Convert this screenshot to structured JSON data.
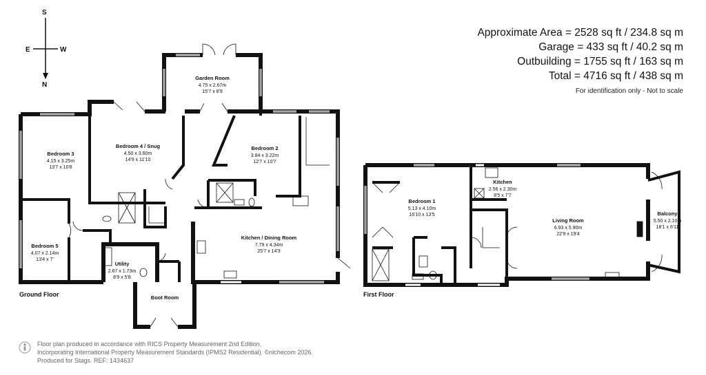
{
  "areas": {
    "approximate": "Approximate Area = 2528 sq ft / 234.8 sq m",
    "garage": "Garage = 433 sq ft / 40.2 sq m",
    "outbuilding": "Outbuilding = 1755 sq ft / 163 sq m",
    "total": "Total = 4716 sq ft / 438 sq m",
    "note": "For identification only - Not to scale"
  },
  "compass": {
    "s": "S",
    "n": "N",
    "e": "E",
    "w": "W"
  },
  "floors": {
    "ground": "Ground Floor",
    "first": "First Floor"
  },
  "rooms": {
    "garden_room": {
      "name": "Garden Room",
      "metric": "4.75 x 2.67m",
      "imperial": "15'7 x 8'9"
    },
    "bedroom3": {
      "name": "Bedroom 3",
      "metric": "4.15 x 3.25m",
      "imperial": "13'7 x 10'8"
    },
    "bedroom4": {
      "name": "Bedroom 4 / Snug",
      "metric": "4.50 x 3.60m",
      "imperial": "14'9 x 11'10"
    },
    "bedroom2": {
      "name": "Bedroom 2",
      "metric": "3.84 x 3.22m",
      "imperial": "12'7 x 10'7"
    },
    "bedroom5": {
      "name": "Bedroom 5",
      "metric": "4.07 x 2.14m",
      "imperial": "13'4 x 7'"
    },
    "kitchen_dining": {
      "name": "Kitchen / Dining Room",
      "metric": "7.79 x 4.34m",
      "imperial": "25'7 x 14'3"
    },
    "utility": {
      "name": "Utility",
      "metric": "2.67 x 1.73m",
      "imperial": "8'9 x 5'8"
    },
    "boot_room": {
      "name": "Boot Room"
    },
    "bedroom1": {
      "name": "Bedroom 1",
      "metric": "5.13 x 4.10m",
      "imperial": "16'10 x 13'5"
    },
    "kitchen": {
      "name": "Kitchen",
      "metric": "2.56 x 2.30m",
      "imperial": "8'5 x 7'7"
    },
    "living_room": {
      "name": "Living Room",
      "metric": "6.93 x 5.90m",
      "imperial": "22'9 x 19'4"
    },
    "balcony": {
      "name": "Balcony",
      "metric": "5.50 x 2.10m",
      "imperial": "18'1 x 6'11"
    }
  },
  "footer": {
    "line1": "Floor plan produced in accordance with RICS Property Measurement 2nd Edition,",
    "line2": "Incorporating International Property Measurement Standards (IPMS2 Residential).  ©nichecom 2026.",
    "line3": "Produced for Stags.   REF: 1434637"
  }
}
